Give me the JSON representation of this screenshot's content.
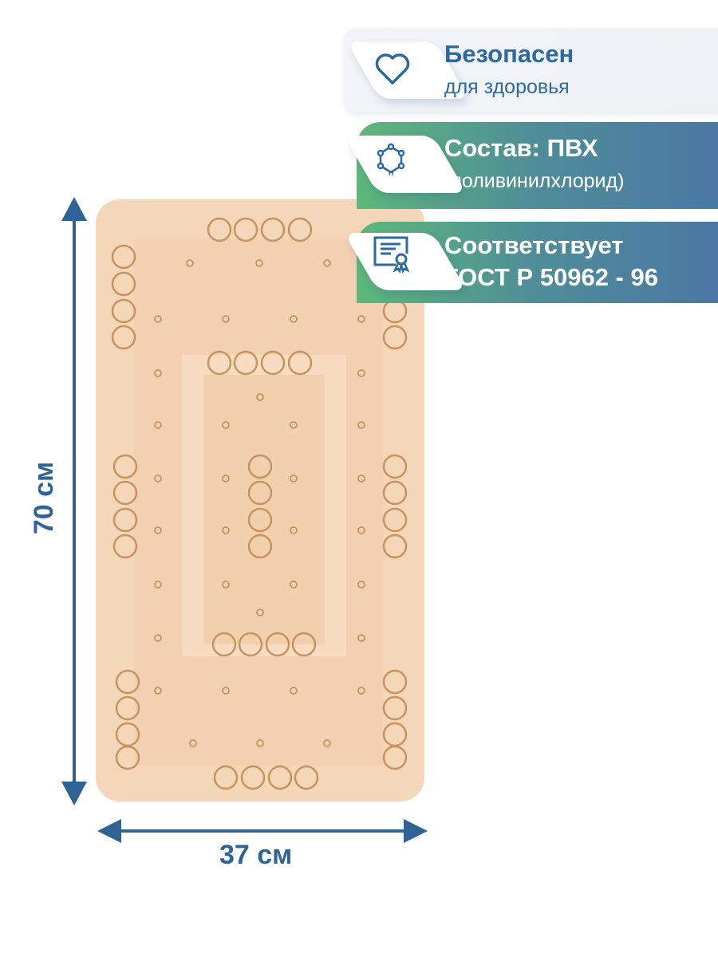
{
  "features": [
    {
      "title": "Безопасен",
      "subtitle": "для здоровья",
      "icon": "heart-icon"
    },
    {
      "title": "Состав: ПВХ",
      "subtitle": "(поливинилхлорид)",
      "icon": "molecule-icon"
    },
    {
      "title": "Соответствует",
      "subtitle": "ГОСТ Р 50962 - 96",
      "icon": "certificate-icon"
    }
  ],
  "dimensions": {
    "height": "70 см",
    "width": "37 см"
  },
  "colors": {
    "accent": "#2f6396",
    "mat": "#f4d6b8",
    "ring": "#c8935c",
    "green": "#5db87a",
    "blue": "#4a74a6"
  }
}
